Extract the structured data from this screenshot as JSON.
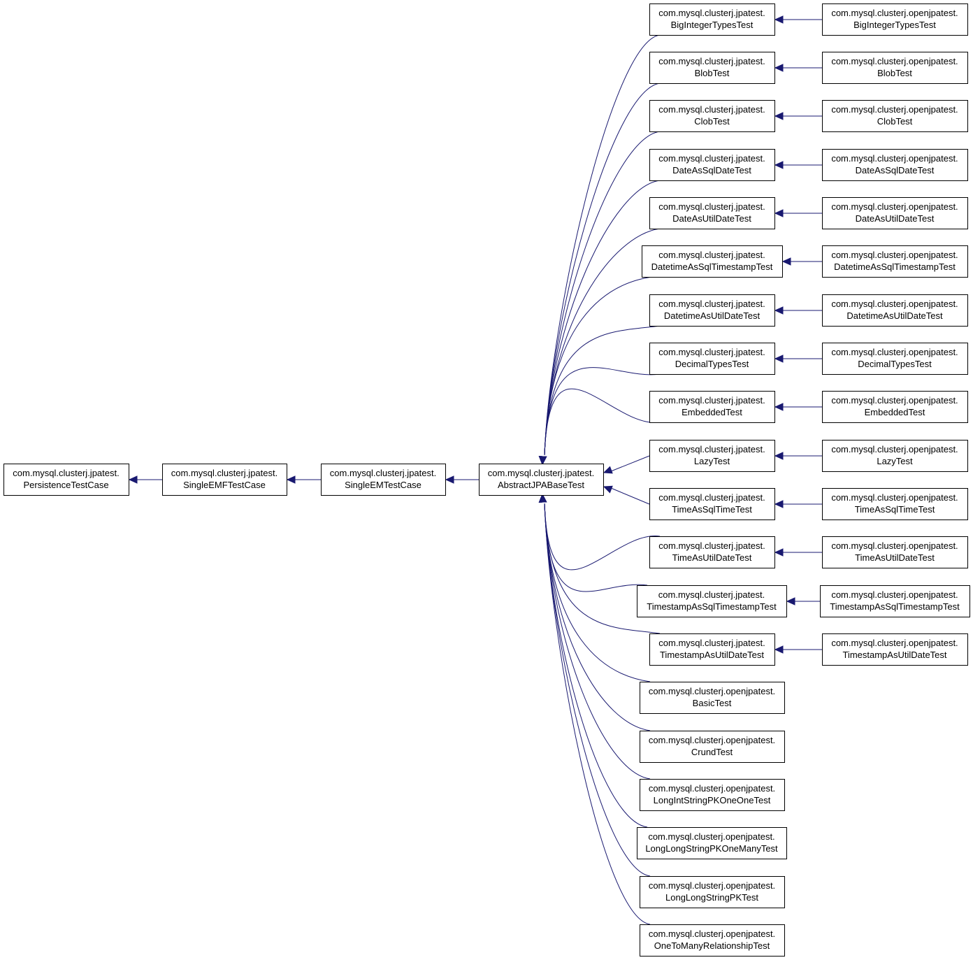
{
  "colors": {
    "edge": "#191970",
    "node_border": "#000000",
    "node_fill": "#ffffff"
  },
  "nodes": {
    "n_persistence": [
      "com.mysql.clusterj.jpatest.",
      "PersistenceTestCase"
    ],
    "n_singleemf": [
      "com.mysql.clusterj.jpatest.",
      "SingleEMFTestCase"
    ],
    "n_singleem": [
      "com.mysql.clusterj.jpatest.",
      "SingleEMTestCase"
    ],
    "n_abstractjpa": [
      "com.mysql.clusterj.jpatest.",
      "AbstractJPABaseTest"
    ],
    "j1": [
      "com.mysql.clusterj.jpatest.",
      "BigIntegerTypesTest"
    ],
    "j2": [
      "com.mysql.clusterj.jpatest.",
      "BlobTest"
    ],
    "j3": [
      "com.mysql.clusterj.jpatest.",
      "ClobTest"
    ],
    "j4": [
      "com.mysql.clusterj.jpatest.",
      "DateAsSqlDateTest"
    ],
    "j5": [
      "com.mysql.clusterj.jpatest.",
      "DateAsUtilDateTest"
    ],
    "j6": [
      "com.mysql.clusterj.jpatest.",
      "DatetimeAsSqlTimestampTest"
    ],
    "j7": [
      "com.mysql.clusterj.jpatest.",
      "DatetimeAsUtilDateTest"
    ],
    "j8": [
      "com.mysql.clusterj.jpatest.",
      "DecimalTypesTest"
    ],
    "j9": [
      "com.mysql.clusterj.jpatest.",
      "EmbeddedTest"
    ],
    "j10": [
      "com.mysql.clusterj.jpatest.",
      "LazyTest"
    ],
    "j11": [
      "com.mysql.clusterj.jpatest.",
      "TimeAsSqlTimeTest"
    ],
    "j12": [
      "com.mysql.clusterj.jpatest.",
      "TimeAsUtilDateTest"
    ],
    "j13": [
      "com.mysql.clusterj.jpatest.",
      "TimestampAsSqlTimestampTest"
    ],
    "j14": [
      "com.mysql.clusterj.jpatest.",
      "TimestampAsUtilDateTest"
    ],
    "o1": [
      "com.mysql.clusterj.openjpatest.",
      "BigIntegerTypesTest"
    ],
    "o2": [
      "com.mysql.clusterj.openjpatest.",
      "BlobTest"
    ],
    "o3": [
      "com.mysql.clusterj.openjpatest.",
      "ClobTest"
    ],
    "o4": [
      "com.mysql.clusterj.openjpatest.",
      "DateAsSqlDateTest"
    ],
    "o5": [
      "com.mysql.clusterj.openjpatest.",
      "DateAsUtilDateTest"
    ],
    "o6": [
      "com.mysql.clusterj.openjpatest.",
      "DatetimeAsSqlTimestampTest"
    ],
    "o7": [
      "com.mysql.clusterj.openjpatest.",
      "DatetimeAsUtilDateTest"
    ],
    "o8": [
      "com.mysql.clusterj.openjpatest.",
      "DecimalTypesTest"
    ],
    "o9": [
      "com.mysql.clusterj.openjpatest.",
      "EmbeddedTest"
    ],
    "o10": [
      "com.mysql.clusterj.openjpatest.",
      "LazyTest"
    ],
    "o11": [
      "com.mysql.clusterj.openjpatest.",
      "TimeAsSqlTimeTest"
    ],
    "o12": [
      "com.mysql.clusterj.openjpatest.",
      "TimeAsUtilDateTest"
    ],
    "o13": [
      "com.mysql.clusterj.openjpatest.",
      "TimestampAsSqlTimestampTest"
    ],
    "o14": [
      "com.mysql.clusterj.openjpatest.",
      "TimestampAsUtilDateTest"
    ],
    "d1": [
      "com.mysql.clusterj.openjpatest.",
      "BasicTest"
    ],
    "d2": [
      "com.mysql.clusterj.openjpatest.",
      "CrundTest"
    ],
    "d3": [
      "com.mysql.clusterj.openjpatest.",
      "LongIntStringPKOneOneTest"
    ],
    "d4": [
      "com.mysql.clusterj.openjpatest.",
      "LongLongStringPKOneManyTest"
    ],
    "d5": [
      "com.mysql.clusterj.openjpatest.",
      "LongLongStringPKTest"
    ],
    "d6": [
      "com.mysql.clusterj.openjpatest.",
      "OneToManyRelationshipTest"
    ]
  },
  "edges": [
    [
      "n_singleemf",
      "n_persistence"
    ],
    [
      "n_singleem",
      "n_singleemf"
    ],
    [
      "n_abstractjpa",
      "n_singleem"
    ],
    [
      "j1",
      "n_abstractjpa"
    ],
    [
      "j2",
      "n_abstractjpa"
    ],
    [
      "j3",
      "n_abstractjpa"
    ],
    [
      "j4",
      "n_abstractjpa"
    ],
    [
      "j5",
      "n_abstractjpa"
    ],
    [
      "j6",
      "n_abstractjpa"
    ],
    [
      "j7",
      "n_abstractjpa"
    ],
    [
      "j8",
      "n_abstractjpa"
    ],
    [
      "j9",
      "n_abstractjpa"
    ],
    [
      "j10",
      "n_abstractjpa"
    ],
    [
      "j11",
      "n_abstractjpa"
    ],
    [
      "j12",
      "n_abstractjpa"
    ],
    [
      "j13",
      "n_abstractjpa"
    ],
    [
      "j14",
      "n_abstractjpa"
    ],
    [
      "d1",
      "n_abstractjpa"
    ],
    [
      "d2",
      "n_abstractjpa"
    ],
    [
      "d3",
      "n_abstractjpa"
    ],
    [
      "d4",
      "n_abstractjpa"
    ],
    [
      "d5",
      "n_abstractjpa"
    ],
    [
      "d6",
      "n_abstractjpa"
    ],
    [
      "o1",
      "j1"
    ],
    [
      "o2",
      "j2"
    ],
    [
      "o3",
      "j3"
    ],
    [
      "o4",
      "j4"
    ],
    [
      "o5",
      "j5"
    ],
    [
      "o6",
      "j6"
    ],
    [
      "o7",
      "j7"
    ],
    [
      "o8",
      "j8"
    ],
    [
      "o9",
      "j9"
    ],
    [
      "o10",
      "j10"
    ],
    [
      "o11",
      "j11"
    ],
    [
      "o12",
      "j12"
    ],
    [
      "o13",
      "j13"
    ],
    [
      "o14",
      "j14"
    ]
  ]
}
